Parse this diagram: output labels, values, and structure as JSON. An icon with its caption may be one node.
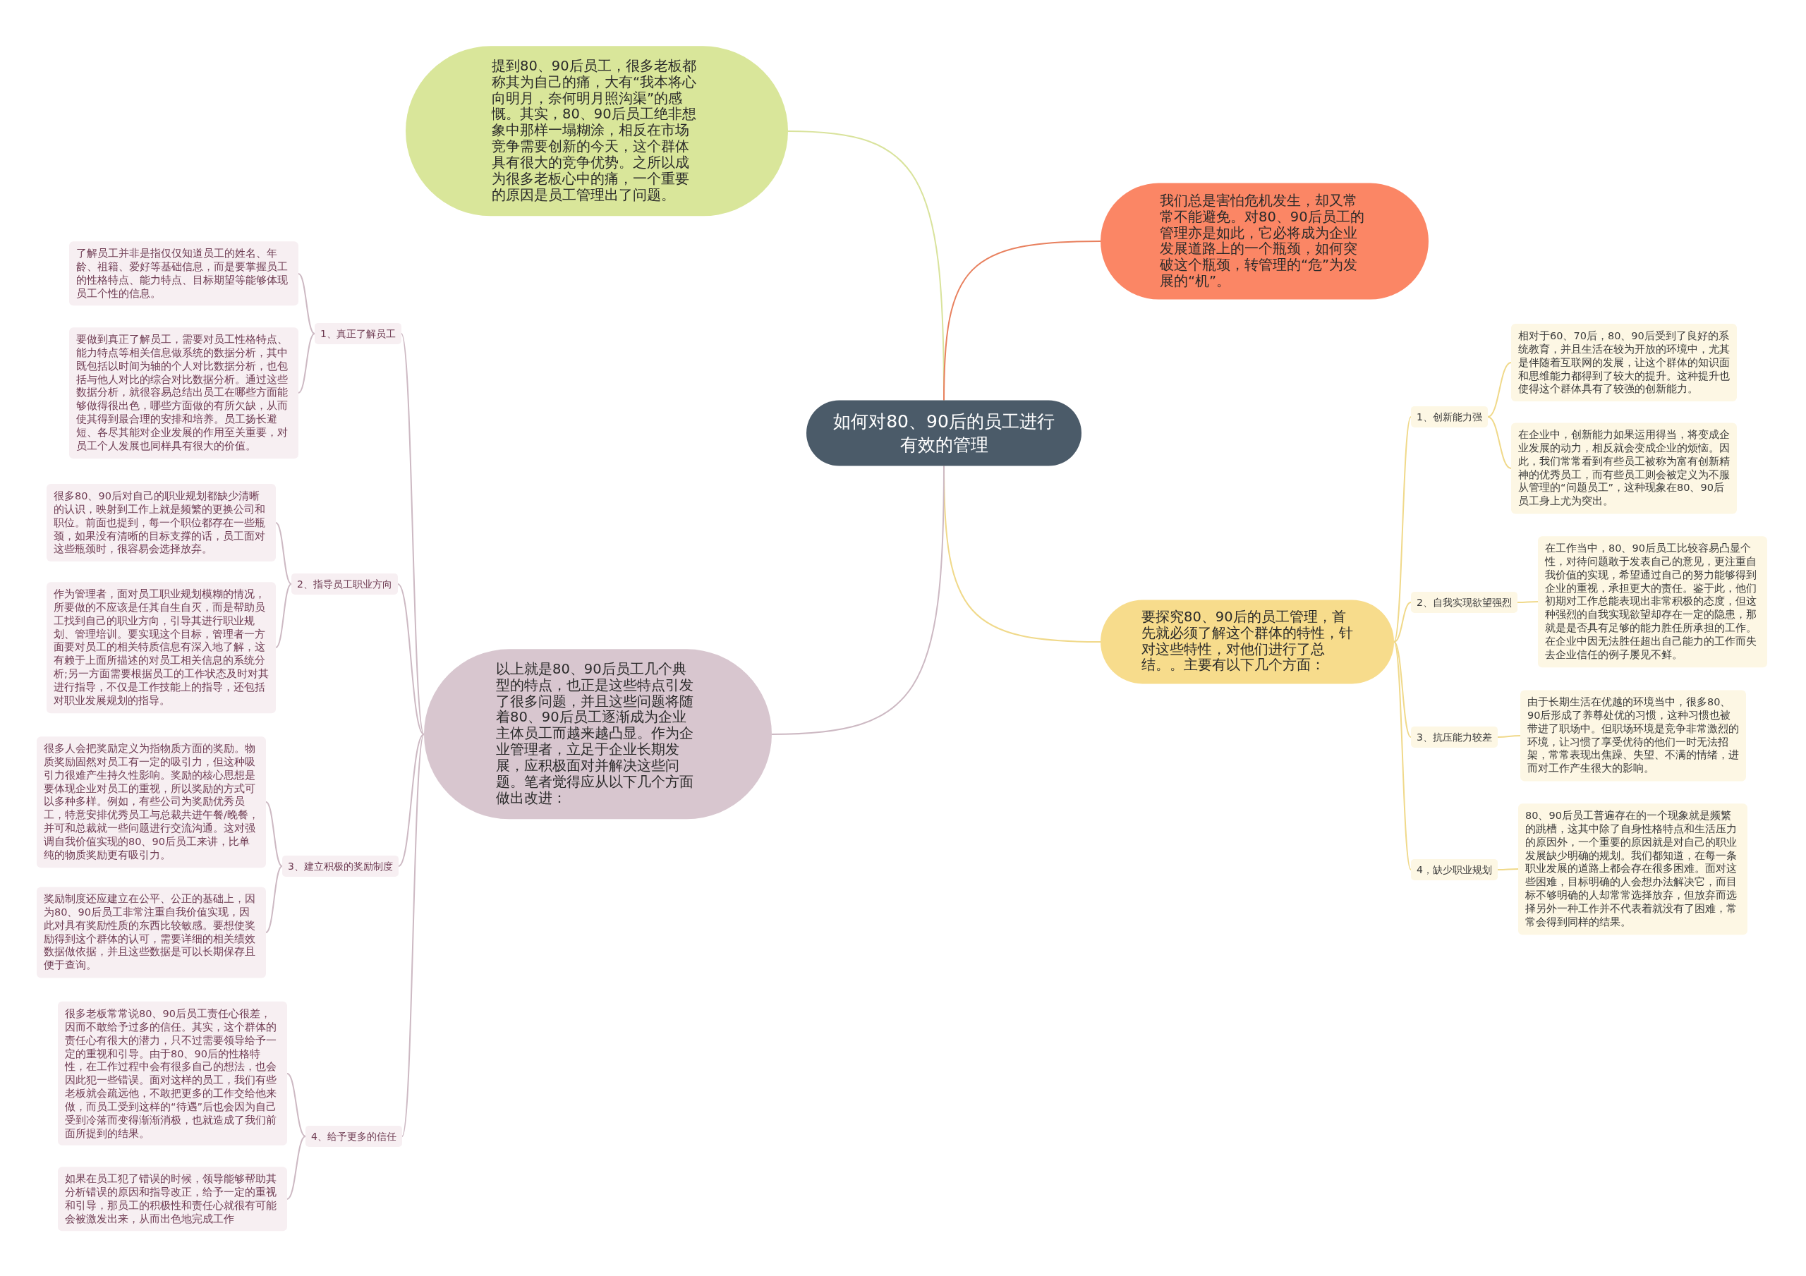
{
  "diagram": {
    "nodes": [
      {
        "text": [
          "如何对80、90后的员工进行有效的管理"
        ]
      },
      {
        "text": [
          "提到80、90后员工，很多老板都称其为自己的痛，大有“我本将心向明月，奈何明月照沟渠”的感慨。其实，80、90后员工绝非想象中那样一塌糊涂，相反在市场竞争需要创新的今天，这个群体具有很大的竞争优势。之所以成为很多老板心中的痛，一个重要的原因是员工管理出了问题。"
        ]
      },
      {
        "text": [
          "我们总是害怕危机发生，却又常常不能避免。对80、90后员工的管理亦是如此，它必将成为企业发展道路上的一个瓶颈，如何突破这个瓶颈，转管理的“危”为发展的“机”。"
        ]
      },
      {
        "text": [
          "要探究80、90后的员工管理，首先就必须了解这个群体的特性，针对这些特性，对他们进行了总结。。主要有以下几个方面："
        ]
      },
      {
        "text": [
          "1、创新能力强"
        ]
      },
      {
        "text": [
          "相对于60、70后，80、90后受到了良好的系统教育，并且生活在较为开放的环境中，尤其是伴随着互联网的发展，让这个群体的知识面和思维能力都得到了较大的提升。这种提升也使得这个群体具有了较强的创新能力。"
        ]
      },
      {
        "text": [
          "在企业中，创新能力如果运用得当，将变成企业发展的动力，相反就会变成企业的烦恼。因此，我们常常看到有些员工被称为富有创新精神的优秀员工，而有些员工则会被定义为不服从管理的“问题员工”，这种现象在80、90后员工身上尤为突出。"
        ]
      },
      {
        "text": [
          "2、自我实现欲望强烈"
        ]
      },
      {
        "text": [
          "在工作当中，80、90后员工比较容易凸显个性，对待问题敢于发表自己的意见，更注重自我价值的实现，希望通过自己的努力能够得到企业的重视，承担更大的责任。鉴于此，他们初期对工作总能表现出非常积极的态度，但这种强烈的自我实现欲望却存在一定的隐患，那就是是否具有足够的能力胜任所承担的工作。在企业中因无法胜任超出自己能力的工作而失去企业信任的例子屡见不鲜。"
        ]
      },
      {
        "text": [
          "3、抗压能力较差"
        ]
      },
      {
        "text": [
          "由于长期生活在优越的环境当中，很多80、90后形成了养尊处优的习惯，这种习惯也被带进了职场中。但职场环境是竞争非常激烈的环境，让习惯了享受优待的他们一时无法招架，常常表现出焦躁、失望、不满的情绪，进而对工作产生很大的影响。"
        ]
      },
      {
        "text": [
          "4，缺少职业规划"
        ]
      },
      {
        "text": [
          "80、90后员工普遍存在的一个现象就是频繁的跳槽，这其中除了自身性格特点和生活压力的原因外，一个重要的原因就是对自己的职业发展缺少明确的规划。我们都知道，在每一条职业发展的道路上都会存在很多困难。面对这些困难，目标明确的人会想办法解决它，而目标不够明确的人却常常选择放弃，但放弃而选择另外一种工作并不代表着就没有了困难，常常会得到同样的结果。"
        ]
      },
      {
        "text": [
          "以上就是80、90后员工几个典型的特点，也正是这些特点引发了很多问题，并且这些问题将随着80、90后员工逐渐成为企业主体员工而越来越凸显。作为企业管理者，立足于企业长期发展，应积极面对并解决这些问题。笔者觉得应从以下几个方面做出改进："
        ]
      },
      {
        "text": [
          "1、真正了解员工"
        ]
      },
      {
        "text": [
          "了解员工并非是指仅仅知道员工的姓名、年龄、祖籍、爱好等基础信息，而是要掌握员工的性格特点、能力特点、目标期望等能够体现员工个性的信息。"
        ]
      },
      {
        "text": [
          "要做到真正了解员工，需要对员工性格特点、能力特点等相关信息做系统的数据分析，其中既包括以时间为轴的个人对比数据分析，也包括与他人对比的综合对比数据分析。通过这些数据分析，就很容易总结出员工在哪些方面能够做得很出色，哪些方面做的有所欠缺，从而使其得到最合理的安排和培养。员工扬长避短、各尽其能对企业发展的作用至关重要，对员工个人发展也同样具有很大的价值。"
        ]
      },
      {
        "text": [
          "2、指导员工职业方向"
        ]
      },
      {
        "text": [
          "很多80、90后对自己的职业规划都缺少清晰的认识，映射到工作上就是频繁的更换公司和职位。前面也提到，每一个职位都存在一些瓶颈，如果没有清晰的目标支撑的话，员工面对这些瓶颈时，很容易会选择放弃。"
        ]
      },
      {
        "text": [
          "作为管理者，面对员工职业规划模糊的情况，所要做的不应该是任其自生自灭，而是帮助员工找到自己的职业方向，引导其进行职业规划、管理培训。要实现这个目标，管理者一方面要对员工的相关特质信息有深入地了解，这有赖于上面所描述的对员工相关信息的系统分析;另一方面需要根据员工的工作状态及时对其进行指导，不仅是工作技能上的指导，还包括对职业发展规划的指导。"
        ]
      },
      {
        "text": [
          "3、建立积极的奖励制度"
        ]
      },
      {
        "text": [
          "很多人会把奖励定义为指物质方面的奖励。物质奖励固然对员工有一定的吸引力，但这种吸引力很难产生持久性影响。奖励的核心思想是要体现企业对员工的重视，所以奖励的方式可以多种多样。例如，有些公司为奖励优秀员工，特意安排优秀员工与总裁共进午餐/晚餐，并可和总裁就一些问题进行交流沟通。这对强调自我价值实现的80、90后员工来讲，比单纯的物质奖励更有吸引力。"
        ]
      },
      {
        "text": [
          "奖励制度还应建立在公平、公正的基础上，因为80、90后员工非常注重自我价值实现，因此对具有奖励性质的东西比较敏感。要想使奖励得到这个群体的认可，需要详细的相关绩效数据做依据，并且这些数据是可以长期保存且便于查询。"
        ]
      },
      {
        "text": [
          "4、给予更多的信任"
        ]
      },
      {
        "text": [
          "很多老板常常说80、90后员工责任心很差，因而不敢给予过多的信任。其实，这个群体的责任心有很大的潜力，只不过需要领导给予一定的重视和引导。由于80、90后的性格特性，在工作过程中会有很多自己的想法，也会因此犯一些错误。面对这样的员工，我们有些老板就会疏远他，不敢把更多的工作交给他来做，而员工受到这样的“待遇”后也会因为自己受到冷落而变得渐渐消极，也就造成了我们前面所提到的结果。"
        ]
      },
      {
        "text": [
          "如果在员工犯了错误的时候，领导能够帮助其分析错误的原因和指导改正，给予一定的重视和引导，那员工的积极性和责任心就很有可能会被激发出来，从而出色地完成工作"
        ]
      }
    ],
    "edges": [
      {
        "from": 0,
        "to": 1,
        "arrow": "none",
        "color": "#d9e39c"
      },
      {
        "from": 0,
        "to": 2,
        "arrow": "none",
        "color": "#e8805e"
      },
      {
        "from": 0,
        "to": 3,
        "arrow": "none",
        "color": "#f0d98a"
      },
      {
        "from": 0,
        "to": 13,
        "arrow": "none"
      },
      {
        "from": 3,
        "to": 4,
        "arrow": "none",
        "color": "#f0d98a"
      },
      {
        "from": 3,
        "to": 7,
        "arrow": "none",
        "color": "#f0d98a"
      },
      {
        "from": 3,
        "to": 9,
        "arrow": "none",
        "color": "#f0d98a"
      },
      {
        "from": 3,
        "to": 11,
        "arrow": "none",
        "color": "#f0d98a"
      },
      {
        "from": 4,
        "to": 5,
        "arrow": "none",
        "color": "#f0d98a"
      },
      {
        "from": 4,
        "to": 6,
        "arrow": "none",
        "color": "#f0d98a"
      },
      {
        "from": 7,
        "to": 8,
        "arrow": "none",
        "color": "#f0d98a"
      },
      {
        "from": 9,
        "to": 10,
        "arrow": "none",
        "color": "#f0d98a"
      },
      {
        "from": 11,
        "to": 12,
        "arrow": "none",
        "color": "#f0d98a"
      },
      {
        "from": 13,
        "to": 14,
        "arrow": "none"
      },
      {
        "from": 13,
        "to": 17,
        "arrow": "none"
      },
      {
        "from": 13,
        "to": 20,
        "arrow": "none"
      },
      {
        "from": 13,
        "to": 23,
        "arrow": "none"
      },
      {
        "from": 14,
        "to": 15,
        "arrow": "none"
      },
      {
        "from": 14,
        "to": 16,
        "arrow": "none"
      },
      {
        "from": 17,
        "to": 18,
        "arrow": "none"
      },
      {
        "from": 17,
        "to": 19,
        "arrow": "none"
      },
      {
        "from": 20,
        "to": 21,
        "arrow": "none"
      },
      {
        "from": 20,
        "to": 22,
        "arrow": "none"
      },
      {
        "from": 23,
        "to": 24,
        "arrow": "none"
      },
      {
        "from": 23,
        "to": 25,
        "arrow": "none"
      }
    ]
  }
}
